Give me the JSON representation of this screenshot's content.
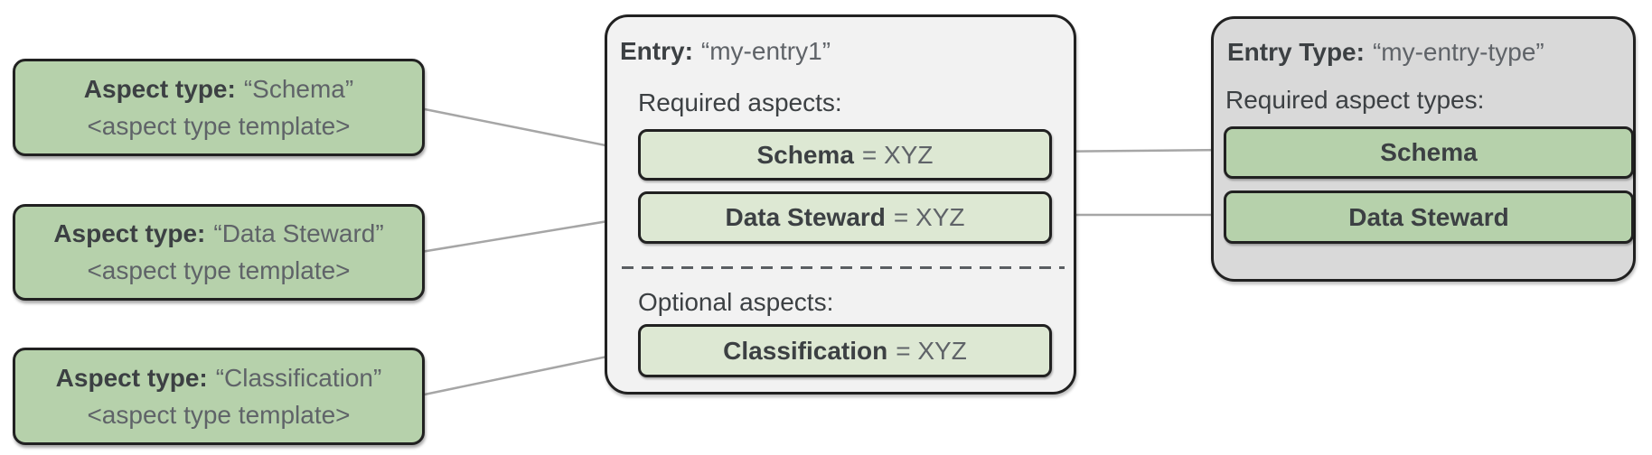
{
  "diagram": {
    "aspect_types": [
      {
        "label": "Aspect type:",
        "name": "“Schema”",
        "template": "<aspect type template>"
      },
      {
        "label": "Aspect type:",
        "name": "“Data Steward”",
        "template": "<aspect type template>"
      },
      {
        "label": "Aspect type:",
        "name": "“Classification”",
        "template": "<aspect type template>"
      }
    ],
    "entry": {
      "label": "Entry:",
      "name": "“my-entry1”",
      "required_heading": "Required aspects:",
      "required_aspects": [
        {
          "name": "Schema",
          "value": "= XYZ"
        },
        {
          "name": "Data Steward",
          "value": "= XYZ"
        }
      ],
      "optional_heading": "Optional aspects:",
      "optional_aspects": [
        {
          "name": "Classification",
          "value": "= XYZ"
        }
      ]
    },
    "entry_type": {
      "label": "Entry Type:",
      "name": "“my-entry-type”",
      "required_heading": "Required aspect types:",
      "required_aspect_types": [
        {
          "name": "Schema"
        },
        {
          "name": "Data Steward"
        }
      ]
    },
    "colors": {
      "aspect_green": "#b6d1ab",
      "aspect_light_green": "#dde8d3",
      "entry_panel_bg": "#f2f2f2",
      "entry_type_panel_bg": "#d9d9d9",
      "border": "#212121",
      "connector": "#a6a6a6",
      "text_dark": "#3c4043",
      "text_gray": "#5f6368"
    }
  }
}
